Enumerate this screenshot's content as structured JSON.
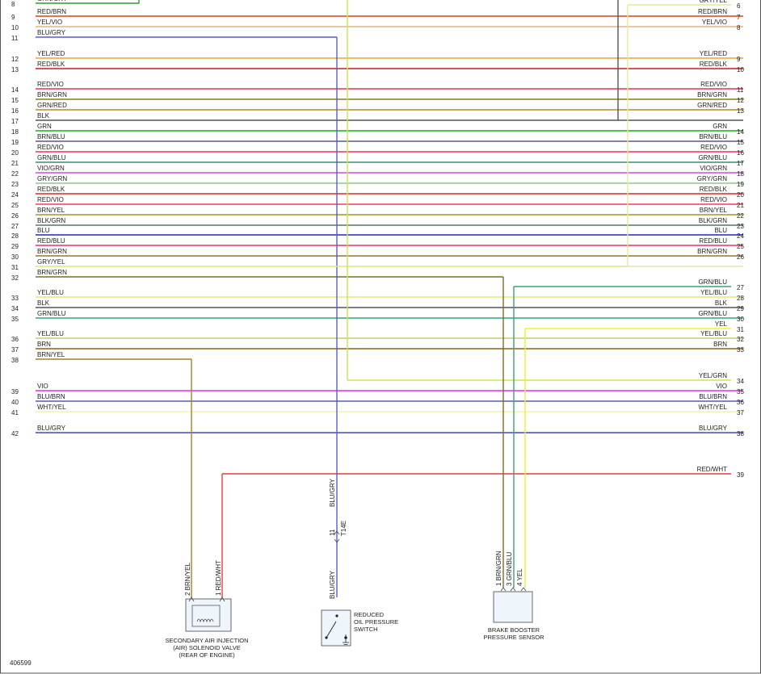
{
  "left_rows": [
    {
      "pin": "8",
      "label": "GRN/GRY",
      "color": "#2e9a2e"
    },
    {
      "pin": "9",
      "label": "RED/BRN",
      "color": "#d2461e"
    },
    {
      "pin": "10",
      "label": "YEL/VIO",
      "color": "#e8b478"
    },
    {
      "pin": "11",
      "label": "BLU/GRY",
      "color": "#5a5ad2"
    },
    {
      "pin": "12",
      "label": "YEL/RED",
      "color": "#f0a03c"
    },
    {
      "pin": "13",
      "label": "RED/BLK",
      "color": "#c81e1e"
    },
    {
      "pin": "14",
      "label": "RED/VIO",
      "color": "#e6325a"
    },
    {
      "pin": "15",
      "label": "BRN/GRN",
      "color": "#8c7828"
    },
    {
      "pin": "16",
      "label": "GRN/RED",
      "color": "#b48c28"
    },
    {
      "pin": "17",
      "label": "BLK",
      "color": "#555555"
    },
    {
      "pin": "18",
      "label": "GRN",
      "color": "#1eaa1e"
    },
    {
      "pin": "19",
      "label": "BRN/BLU",
      "color": "#5a5a78"
    },
    {
      "pin": "20",
      "label": "RED/VIO",
      "color": "#f0325a"
    },
    {
      "pin": "21",
      "label": "GRN/BLU",
      "color": "#3c8c6e"
    },
    {
      "pin": "22",
      "label": "VIO/GRN",
      "color": "#c850d2"
    },
    {
      "pin": "23",
      "label": "GRY/GRN",
      "color": "#8cc88c"
    },
    {
      "pin": "24",
      "label": "RED/BLK",
      "color": "#dc2828"
    },
    {
      "pin": "25",
      "label": "RED/VIO",
      "color": "#f03c64"
    },
    {
      "pin": "26",
      "label": "BRN/YEL",
      "color": "#a09628"
    },
    {
      "pin": "27",
      "label": "BLK/GRN",
      "color": "#507864"
    },
    {
      "pin": "28",
      "label": "BLU",
      "color": "#1e28d2"
    },
    {
      "pin": "29",
      "label": "RED/BLU",
      "color": "#e63264"
    },
    {
      "pin": "30",
      "label": "BRN/GRN",
      "color": "#8c7832"
    },
    {
      "pin": "31",
      "label": "GRY/YEL",
      "color": "#e6e6a0"
    },
    {
      "pin": "32",
      "label": "BRN/GRN",
      "color": "#786e28"
    },
    {
      "pin": "33",
      "label": "YEL/BLU",
      "color": "#e6e678"
    },
    {
      "pin": "34",
      "label": "BLK",
      "color": "#555555"
    },
    {
      "pin": "35",
      "label": "GRN/BLU",
      "color": "#3ca078"
    },
    {
      "pin": "36",
      "label": "YEL/BLU",
      "color": "#c8c878"
    },
    {
      "pin": "37",
      "label": "BRN",
      "color": "#8c6414"
    },
    {
      "pin": "38",
      "label": "BRN/YEL",
      "color": "#a08228"
    },
    {
      "pin": "39",
      "label": "VIO",
      "color": "#e628e6"
    },
    {
      "pin": "40",
      "label": "BLU/BRN",
      "color": "#5a5aaa"
    },
    {
      "pin": "41",
      "label": "WHT/YEL",
      "color": "#f0f0b4"
    },
    {
      "pin": "42",
      "label": "BLU/GRY",
      "color": "#4646c8"
    }
  ],
  "right_rows": [
    {
      "pin": "6",
      "label": "GRY/YEL",
      "color": "#e6e6a0"
    },
    {
      "pin": "7",
      "label": "RED/BRN",
      "color": "#d2461e"
    },
    {
      "pin": "8",
      "label": "YEL/VIO",
      "color": "#e8b478"
    },
    {
      "pin": "9",
      "label": "YEL/RED",
      "color": "#f0a03c"
    },
    {
      "pin": "10",
      "label": "RED/BLK",
      "color": "#c81e1e"
    },
    {
      "pin": "11",
      "label": "RED/VIO",
      "color": "#e6325a"
    },
    {
      "pin": "12",
      "label": "BRN/GRN",
      "color": "#8c7828"
    },
    {
      "pin": "13",
      "label": "GRN/RED",
      "color": "#b48c28"
    },
    {
      "pin": "14",
      "label": "GRN",
      "color": "#1eaa1e"
    },
    {
      "pin": "15",
      "label": "BRN/BLU",
      "color": "#5a5a78"
    },
    {
      "pin": "16",
      "label": "RED/VIO",
      "color": "#f0325a"
    },
    {
      "pin": "17",
      "label": "GRN/BLU",
      "color": "#3c8c6e"
    },
    {
      "pin": "18",
      "label": "VIO/GRN",
      "color": "#c850d2"
    },
    {
      "pin": "19",
      "label": "GRY/GRN",
      "color": "#8cc88c"
    },
    {
      "pin": "20",
      "label": "RED/BLK",
      "color": "#dc2828"
    },
    {
      "pin": "21",
      "label": "RED/VIO",
      "color": "#f03c64"
    },
    {
      "pin": "22",
      "label": "BRN/YEL",
      "color": "#a09628"
    },
    {
      "pin": "23",
      "label": "BLK/GRN",
      "color": "#507864"
    },
    {
      "pin": "24",
      "label": "BLU",
      "color": "#1e28d2"
    },
    {
      "pin": "25",
      "label": "RED/BLU",
      "color": "#e63264"
    },
    {
      "pin": "26",
      "label": "BRN/GRN",
      "color": "#8c7832"
    },
    {
      "pin": "27",
      "label": "GRN/BLU",
      "color": "#3ca078"
    },
    {
      "pin": "28",
      "label": "YEL/BLU",
      "color": "#e6e678"
    },
    {
      "pin": "29",
      "label": "BLK",
      "color": "#555555"
    },
    {
      "pin": "30",
      "label": "GRN/BLU",
      "color": "#3ca078"
    },
    {
      "pin": "31",
      "label": "YEL",
      "color": "#f0f032"
    },
    {
      "pin": "32",
      "label": "YEL/BLU",
      "color": "#c8c878"
    },
    {
      "pin": "33",
      "label": "BRN",
      "color": "#8c6414"
    },
    {
      "pin": "34",
      "label": "YEL/GRN",
      "color": "#c8e650"
    },
    {
      "pin": "35",
      "label": "VIO",
      "color": "#e628e6"
    },
    {
      "pin": "36",
      "label": "BLU/BRN",
      "color": "#5a5aaa"
    },
    {
      "pin": "37",
      "label": "WHT/YEL",
      "color": "#f0f0b4"
    },
    {
      "pin": "38",
      "label": "BLU/GRY",
      "color": "#4646c8"
    },
    {
      "pin": "39",
      "label": "RED/WHT",
      "color": "#e63c3c"
    }
  ],
  "components": {
    "air_valve": {
      "caption_lines": [
        "SECONDARY AIR INJECTION",
        "(AIR) SOLENOID VALVE",
        "(REAR OF ENGINE)"
      ],
      "pin_labels": [
        "2  BRN/YEL",
        "1  RED/WHT"
      ]
    },
    "oil_switch": {
      "caption_lines": [
        "REDUCED",
        "OIL PRESSURE",
        "SWITCH"
      ],
      "wire_label_top": "BLU/GRY",
      "wire_label_bottom": "BLU/GRY",
      "connector_pin": "11",
      "connector_id": "T14E"
    },
    "brake_sensor": {
      "caption_lines": [
        "BRAKE BOOSTER",
        "PRESSURE SENSOR"
      ],
      "pin_labels": [
        "1  BRN/GRN",
        "3  GRN/BLU",
        "4  YEL"
      ]
    }
  },
  "figure_id": "406599"
}
